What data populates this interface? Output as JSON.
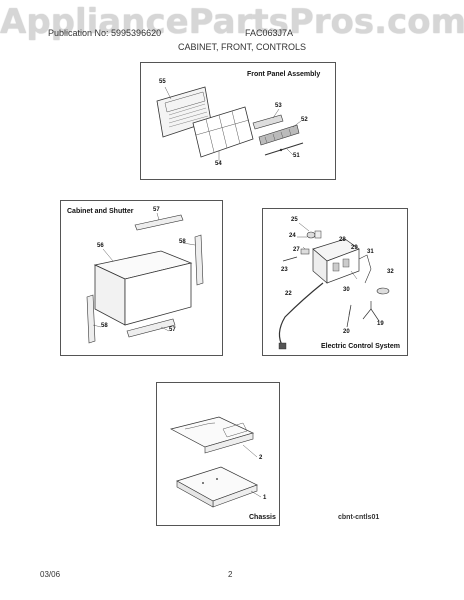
{
  "watermark": {
    "text": "AppliancePartsPros.com"
  },
  "header": {
    "publication": "Publication No: 5995396620",
    "model": "FAC063J7A",
    "section": "CABINET, FRONT, CONTROLS"
  },
  "panels": {
    "front": {
      "title": "Front Panel Assembly",
      "callouts": [
        "55",
        "53",
        "52",
        "54",
        "51"
      ]
    },
    "cabinet": {
      "title": "Cabinet and Shutter",
      "callouts": [
        "57",
        "56",
        "58",
        "58",
        "57"
      ]
    },
    "electric": {
      "title": "Electric Control System",
      "callouts": [
        "25",
        "24",
        "27",
        "28",
        "29",
        "23",
        "31",
        "32",
        "30",
        "22",
        "20",
        "19"
      ]
    },
    "chassis": {
      "title": "Chassis",
      "callouts": [
        "2",
        "1"
      ]
    }
  },
  "footer": {
    "code": "cbnt-cntls01",
    "date": "03/06",
    "page": "2"
  }
}
